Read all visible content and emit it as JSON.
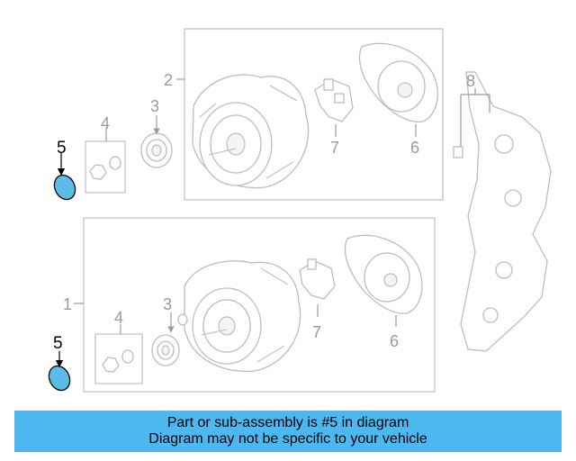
{
  "callouts": {
    "upper": {
      "c2": "2",
      "c3": "3",
      "c4": "4",
      "c5": "5",
      "c6": "6",
      "c7": "7"
    },
    "lower": {
      "c1": "1",
      "c3": "3",
      "c4": "4",
      "c5": "5",
      "c6": "6",
      "c7": "7"
    },
    "c8": "8"
  },
  "highlight_color": "#5bbde6",
  "banner": {
    "line1": "Part or sub-assembly is #5 in diagram",
    "line2": "Diagram may not be specific to your vehicle",
    "background": "#4db8ef"
  }
}
